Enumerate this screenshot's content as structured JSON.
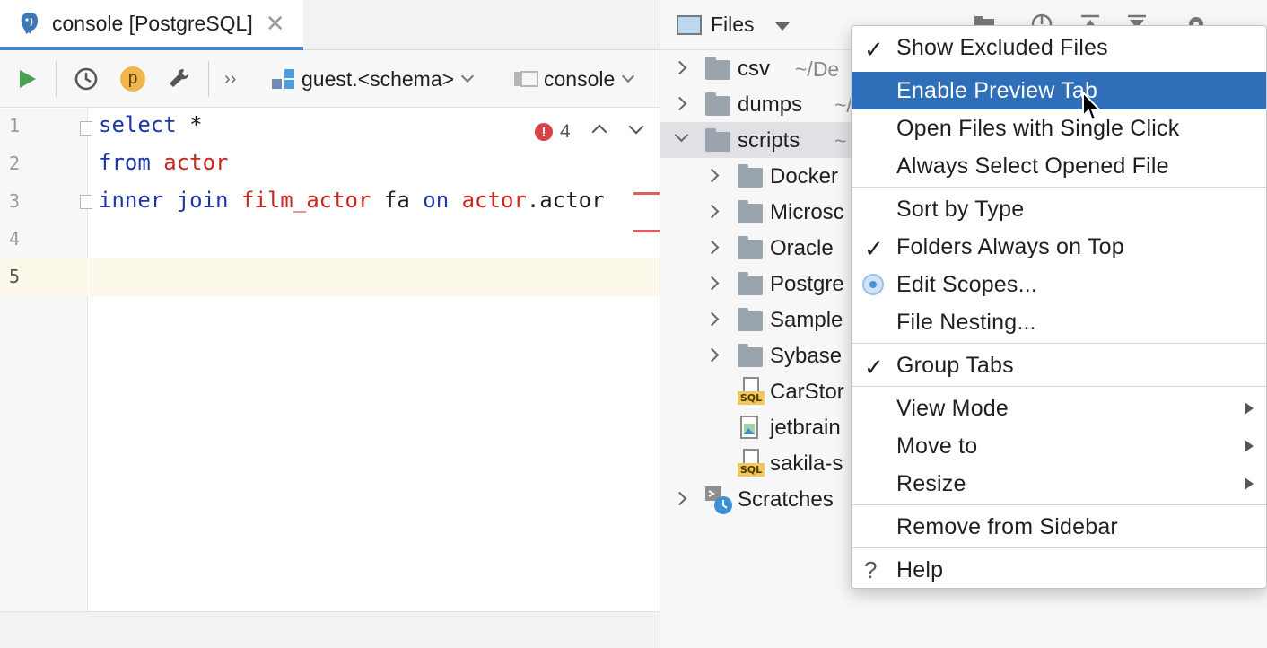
{
  "editor": {
    "tab": {
      "title": "console [PostgreSQL]",
      "close_glyph": "✕"
    },
    "toolbar": {
      "run_icon": "run-icon",
      "history_icon": "history-icon",
      "profile_badge": "p",
      "settings_icon": "wrench-icon",
      "overflow": "››",
      "schema": "guest.<schema>",
      "session": "console"
    },
    "line_numbers": [
      "1",
      "2",
      "3",
      "4",
      "5"
    ],
    "code": {
      "line1": {
        "kw1": "select",
        "rest": " *"
      },
      "line2": {
        "kw1": "from",
        "tbl": "actor"
      },
      "line3": {
        "kw1": "inner join",
        "tbl": "film_actor",
        "alias": " fa ",
        "kw2": "on",
        "tbl2": "actor",
        "tail": ".actor"
      }
    },
    "inspections": {
      "error_count": "4"
    }
  },
  "files": {
    "header": {
      "title": "Files"
    },
    "tree": [
      {
        "label": "csv",
        "path": "~/De"
      },
      {
        "label": "dumps",
        "path": "~/"
      },
      {
        "label": "scripts",
        "path": "~"
      },
      {
        "label": "Docker"
      },
      {
        "label": "Microsc"
      },
      {
        "label": "Oracle"
      },
      {
        "label": "Postgre"
      },
      {
        "label": "Sample"
      },
      {
        "label": "Sybase"
      },
      {
        "label": "CarStor"
      },
      {
        "label": "jetbrain"
      },
      {
        "label": "sakila-s"
      },
      {
        "label": "Scratches"
      }
    ],
    "sql_badge": "SQL"
  },
  "menu": {
    "items": [
      {
        "label": "Show Excluded Files",
        "mark": "✓"
      },
      {
        "label": "Enable Preview Tab"
      },
      {
        "label": "Open Files with Single Click"
      },
      {
        "label": "Always Select Opened File"
      },
      {
        "label": "Sort by Type"
      },
      {
        "label": "Folders Always on Top",
        "mark": "✓"
      },
      {
        "label": "Edit Scopes..."
      },
      {
        "label": "File Nesting..."
      },
      {
        "label": "Group Tabs",
        "mark": "✓"
      },
      {
        "label": "View Mode"
      },
      {
        "label": "Move to"
      },
      {
        "label": "Resize"
      },
      {
        "label": "Remove from Sidebar"
      },
      {
        "label": "Help",
        "mark": "?"
      }
    ],
    "selected_index": 1
  },
  "colors": {
    "keyword": "#1c36a8",
    "table": "#c8271d",
    "selection": "#2f6fba",
    "error": "#d64545",
    "tab_accent": "#4083c9"
  }
}
